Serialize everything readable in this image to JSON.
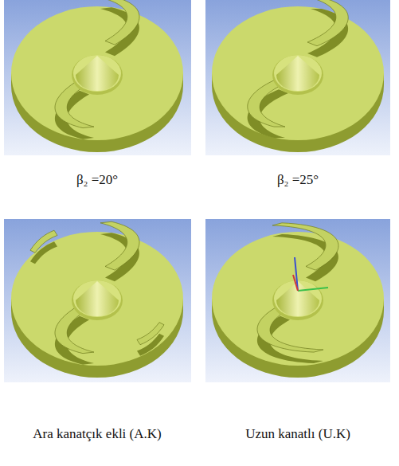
{
  "diagram": {
    "labels": [
      "β₂ =20°",
      "β₂ =25°",
      "Ara kanatçık ekli (A.K)",
      "Uzun kanatlı (U.K)"
    ]
  }
}
